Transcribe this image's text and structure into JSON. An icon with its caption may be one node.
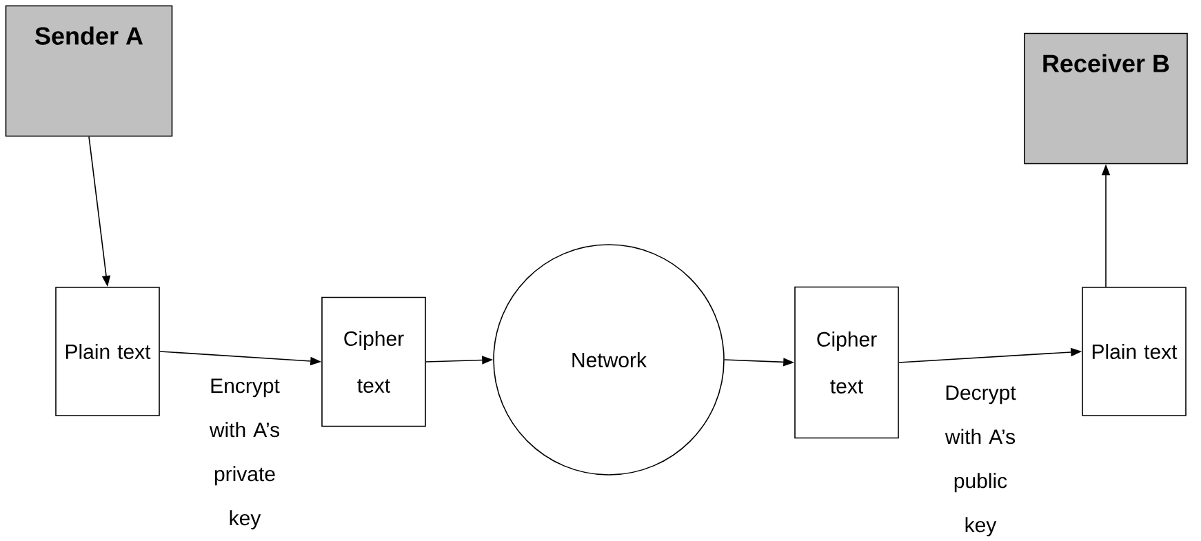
{
  "diagram": {
    "nodes": [
      {
        "text": [
          "Sender A"
        ]
      },
      {
        "text": [
          "Receiver B"
        ]
      },
      {
        "text": [
          "Plain text"
        ]
      },
      {
        "text": [
          "Cipher text"
        ]
      },
      {
        "text": [
          "Network"
        ]
      },
      {
        "text": [
          "Cipher text"
        ]
      },
      {
        "text": [
          "Plain text"
        ]
      }
    ],
    "edges": [
      {
        "from": 0,
        "to": 2,
        "arrow": "to"
      },
      {
        "from": 2,
        "to": 3,
        "arrow": "to",
        "label": "Encrypt with A’s private key"
      },
      {
        "from": 3,
        "to": 4,
        "arrow": "to"
      },
      {
        "from": 4,
        "to": 5,
        "arrow": "to"
      },
      {
        "from": 5,
        "to": 6,
        "arrow": "to",
        "label": "Decrypt with A’s public key"
      },
      {
        "from": 6,
        "to": 1,
        "arrow": "to"
      }
    ]
  }
}
